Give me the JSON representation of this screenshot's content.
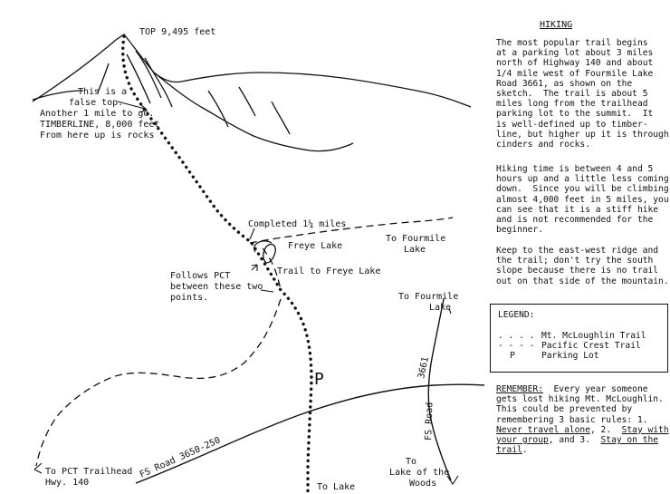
{
  "map": {
    "labels": {
      "top": "TOP 9,495 feet",
      "false_top_1": "This is a",
      "false_top_2": "false top.",
      "false_top_3": "Another 1 mile to go.",
      "timberline": "TIMBERLINE, 8,000 feet",
      "rocks": "From here up is rocks",
      "completed": "Completed 1¼ miles",
      "freye_lake": "Freye Lake",
      "trail_freye": "Trail to Freye Lake",
      "fourmile_upper_1": "To Fourmile",
      "fourmile_upper_2": "Lake",
      "follows_1": "Follows PCT",
      "follows_2": "between these two",
      "follows_3": "points.",
      "fourmile_lower_1": "To Fourmile",
      "fourmile_lower_2": "Lake",
      "parking": "P",
      "road_3661": "3661",
      "fs_road": "FS Road",
      "fs_road_3650": "FS Road 3650-250",
      "pct_trailhead_1": "To PCT Trailhead",
      "pct_trailhead_2": "Hwy. 140",
      "woods_1": "To",
      "woods_2": "Lake of the",
      "woods_3": "Woods",
      "lake_bottom": "To Lake"
    }
  },
  "hiking": {
    "title": "HIKING",
    "p1": [
      "The most popular trail begins",
      "at a parking lot about 3 miles",
      "north of Highway 140 and about",
      "1/4 mile west of Fourmile Lake",
      "Road 3661, as shown on the",
      "sketch.  The trail is about 5",
      "miles long from the trailhead",
      "parking lot to the summit.  It",
      "is well-defined up to timber-",
      "line, but higher up it is through",
      "cinders and rocks."
    ],
    "p2": [
      "Hiking time is between 4 and 5",
      "hours up and a little less coming",
      "down.  Since you will be climbing",
      "almost 4,000 feet in 5 miles, you",
      "can see that it is a stiff hike",
      "and is not recommended for the",
      "beginner."
    ],
    "p3": [
      "Keep to the east-west ridge and",
      "the trail; don't try the south",
      "slope because there is no trail",
      "out on that side of the mountain."
    ]
  },
  "legend": {
    "title": "LEGEND:",
    "items": [
      {
        "symbol": ". . . .",
        "label": "Mt. McLoughlin Trail"
      },
      {
        "symbol": "- - - -",
        "label": "Pacific Crest Trail"
      },
      {
        "symbol": "P",
        "label": "Parking Lot"
      }
    ]
  },
  "remember": {
    "heading": "REMEMBER:",
    "l1_rest": "  Every year someone",
    "l2": "gets lost hiking Mt. McLoughlin.",
    "l3": "This could be prevented by",
    "l4": "remembering 3 basic rules:  1.",
    "rule1": "Never travel alone",
    "l5_mid": ", 2.  ",
    "rule2a": "Stay with",
    "rule2b": "your group",
    "l6_mid": ", and 3.  ",
    "rule3a": "Stay on the",
    "rule3b": "trail",
    "end": "."
  }
}
